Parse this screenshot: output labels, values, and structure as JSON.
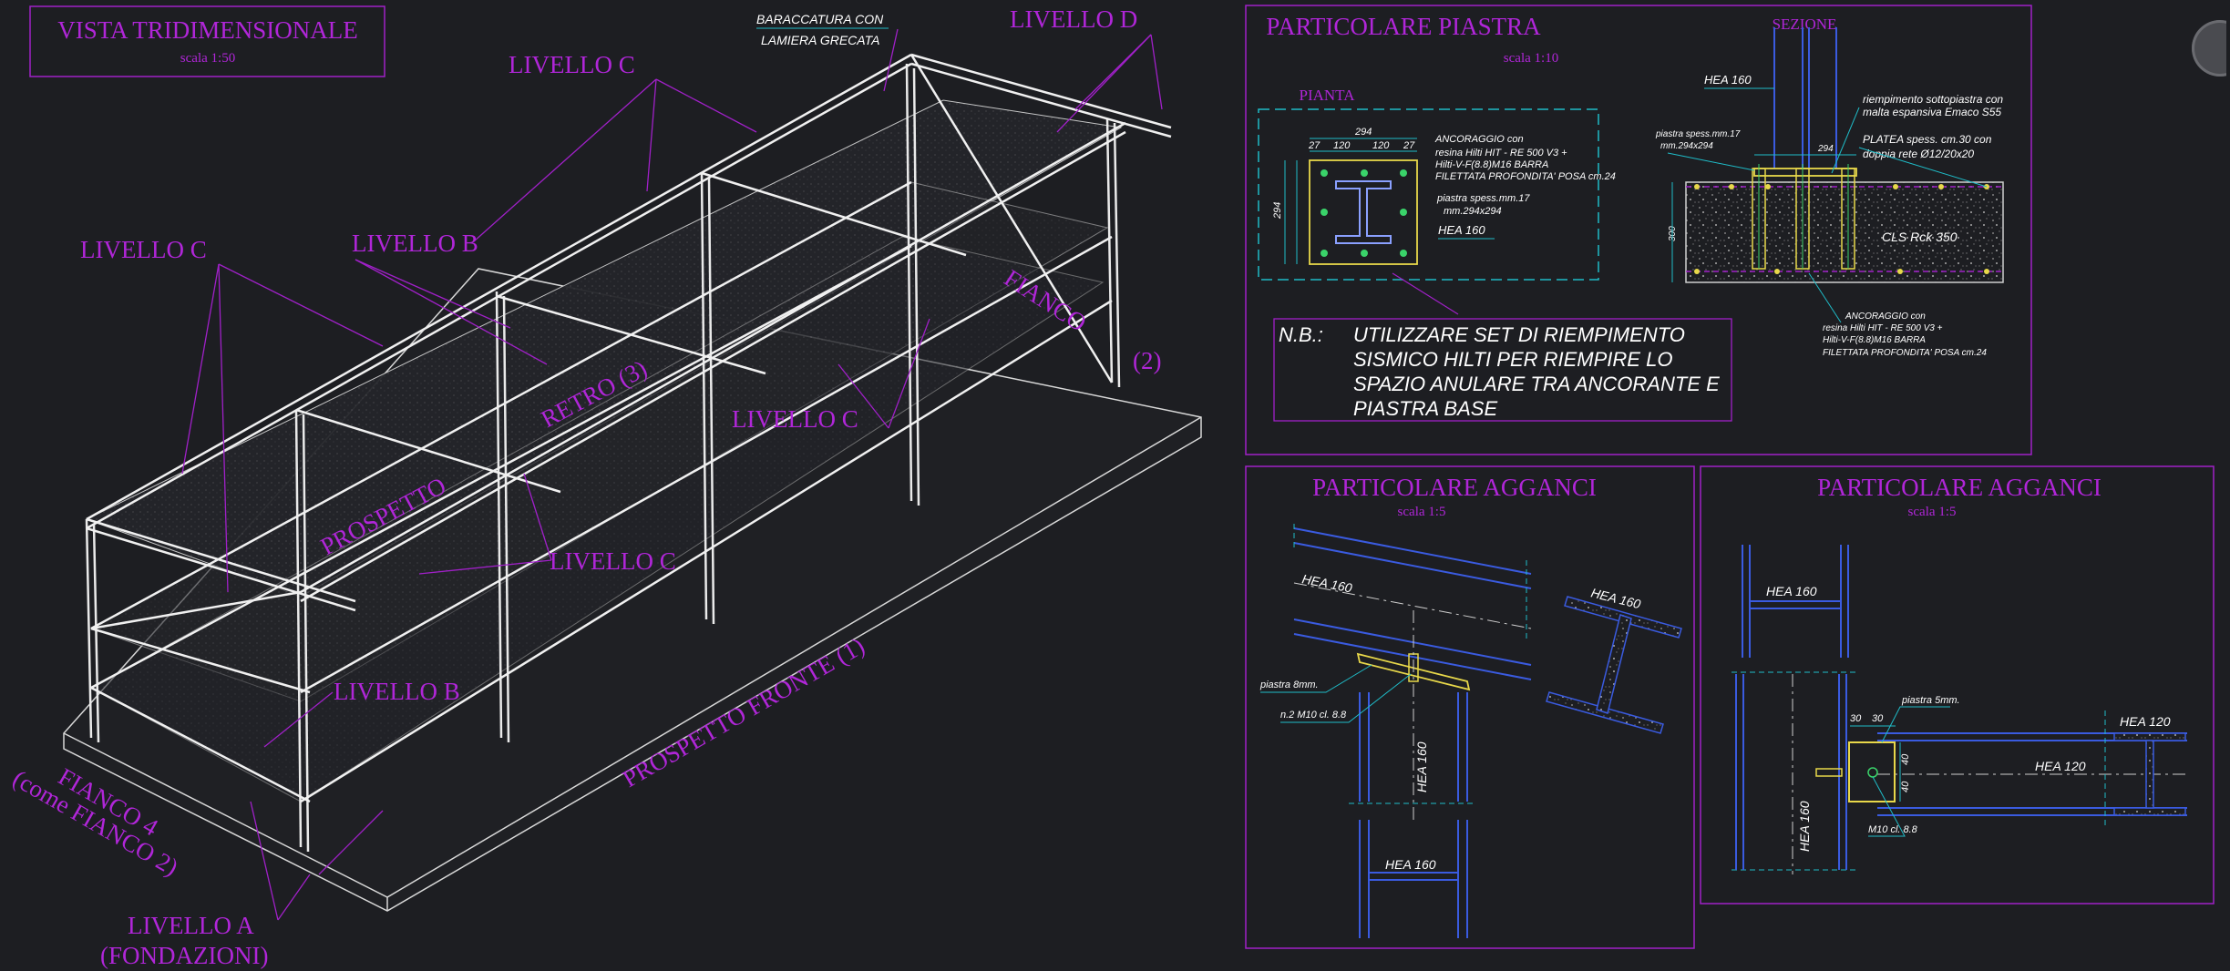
{
  "colors": {
    "background": "#1d1e22",
    "magenta": "#a020c8",
    "magenta_text": "#b026d8",
    "structure": "#e6e6e6",
    "cyan": "#1fbcc8",
    "blue": "#3a5be0",
    "yellow": "#e8d84a",
    "green": "#3ad36a",
    "white": "#ffffff"
  },
  "iso": {
    "title": "VISTA TRIDIMENSIONALE",
    "scale": "scala 1:50",
    "note_baraccatura_1": "BARACCATURA CON",
    "note_baraccatura_2": "LAMIERA GRECATA",
    "labels": {
      "livello_d": "LIVELLO D",
      "livello_c_top": "LIVELLO C",
      "livello_c_left": "LIVELLO C",
      "livello_b_top": "LIVELLO B",
      "livello_c_mid": "LIVELLO C",
      "livello_c_low": "LIVELLO C",
      "livello_b_low": "LIVELLO B",
      "livello_a_1": "LIVELLO A",
      "livello_a_2": "(FONDAZIONI)",
      "fianco2": "FIANCO",
      "fianco2_num": "(2)",
      "retro": "RETRO (3)",
      "prospetto": "PROSPETTO",
      "prospetto_fronte": "PROSPETTO FRONTE (1)",
      "fianco4_1": "FIANCO 4",
      "fianco4_2": "(come FIANCO 2)"
    }
  },
  "piastra": {
    "title": "PARTICOLARE PIASTRA",
    "scale": "scala 1:10",
    "pianta": "PIANTA",
    "sezione": "SEZIONE",
    "dim_294": "294",
    "dim_27": "27",
    "dim_120": "120",
    "ancoraggio_1": "ANCORAGGIO con",
    "ancoraggio_2": "resina Hilti HIT - RE 500 V3 +",
    "ancoraggio_3": "Hilti-V-F(8.8)M16 BARRA",
    "ancoraggio_4": "FILETTATA PROFONDITA' POSA cm.24",
    "piastra_1": "piastra spess.mm.17",
    "piastra_2": "mm.294x294",
    "hea160": "HEA 160",
    "riemp_1": "riempimento sottopiastra con",
    "riemp_2": "malta espansiva Emaco S55",
    "platea_1": "PLATEA spess. cm.30 con",
    "platea_2": "doppia rete Ø12/20x20",
    "sez_piastra_1": "piastra spess.mm.17",
    "sez_piastra_2": "mm.294x294",
    "cls": "CLS Rck 350",
    "dim_300": "300",
    "sez_anc_1": "ANCORAGGIO con",
    "sez_anc_2": "resina Hilti HIT - RE 500 V3 +",
    "sez_anc_3": "Hilti-V-F(8.8)M16 BARRA",
    "sez_anc_4": "FILETTATA PROFONDITA' POSA cm.24",
    "nb_label": "N.B.:",
    "nb_1": "UTILIZZARE SET DI RIEMPIMENTO",
    "nb_2": "SISMICO HILTI PER RIEMPIRE LO",
    "nb_3": "SPAZIO ANULARE TRA ANCORANTE E",
    "nb_4": "PIASTRA BASE"
  },
  "agganci1": {
    "title": "PARTICOLARE AGGANCI",
    "scale": "scala 1:5",
    "hea_beam": "HEA 160",
    "hea_section": "HEA 160",
    "hea_column": "HEA 160",
    "hea_bottom": "HEA 160",
    "piastra": "piastra 8mm.",
    "bolts": "n.2 M10 cl. 8.8"
  },
  "agganci2": {
    "title": "PARTICOLARE AGGANCI",
    "scale": "scala 1:5",
    "hea160": "HEA 160",
    "hea120_a": "HEA 120",
    "hea120_b": "HEA 120",
    "hea160_col": "HEA 160",
    "piastra": "piastra 5mm.",
    "dim_30a": "30",
    "dim_30b": "30",
    "dim_40a": "40",
    "dim_40b": "40",
    "bolt": "M10 cl. 8.8"
  },
  "corner_icon": "gear-icon"
}
